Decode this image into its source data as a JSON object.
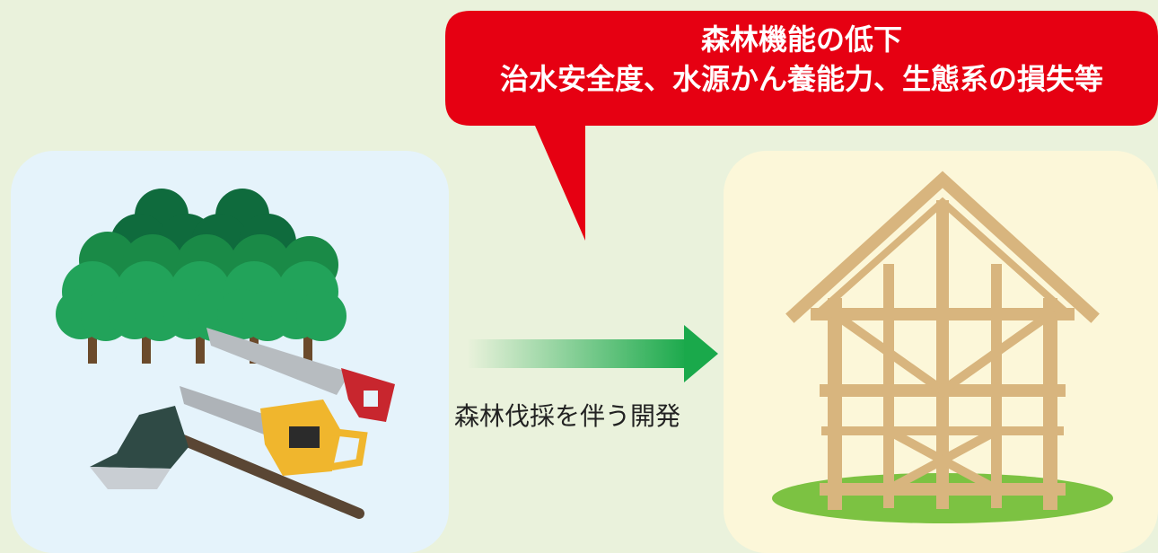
{
  "callout": {
    "title": "森林機能の低下",
    "subtitle": "治水安全度、水源かん養能力、生態系の損失等",
    "color": "#e60012"
  },
  "arrow": {
    "label": "森林伐採を伴う開発",
    "color": "#1aa94b"
  },
  "panels": {
    "before": {
      "icons": [
        "tree-icon",
        "hand-saw-icon",
        "chainsaw-icon",
        "axe-icon"
      ],
      "color": "#e5f3fb"
    },
    "after": {
      "icons": [
        "house-frame-icon",
        "grass-mound-icon"
      ],
      "color": "#fcf7d9"
    }
  }
}
